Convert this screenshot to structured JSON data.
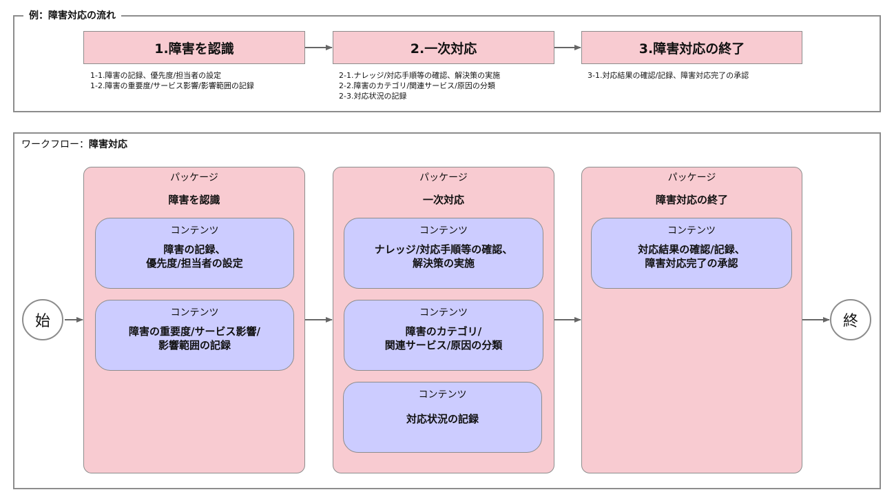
{
  "example": {
    "title": "例：障害対応の流れ",
    "steps": [
      {
        "title": "1.障害を認識",
        "details": [
          "1-1.障害の記録、優先度/担当者の設定",
          "1-2.障害の重要度/サービス影響/影響範囲の記録"
        ]
      },
      {
        "title": "2.一次対応",
        "details": [
          "2-1.ナレッジ/対応手順等の確認、解決策の実施",
          "2-2.障害のカテゴリ/関連サービス/原因の分類",
          "2-3.対応状況の記録"
        ]
      },
      {
        "title": "3.障害対応の終了",
        "details": [
          "3-1.対応結果の確認/記録、障害対応完了の承認"
        ]
      }
    ]
  },
  "workflow": {
    "title_prefix": "ワークフロー：",
    "title_name": "障害対応",
    "start_label": "始",
    "end_label": "終",
    "packages": [
      {
        "label": "パッケージ",
        "title": "障害を認識",
        "contents": [
          {
            "label": "コンテンツ",
            "title": "障害の記録、\n優先度/担当者の設定"
          },
          {
            "label": "コンテンツ",
            "title": "障害の重要度/サービス影響/\n影響範囲の記録"
          }
        ]
      },
      {
        "label": "パッケージ",
        "title": "一次対応",
        "contents": [
          {
            "label": "コンテンツ",
            "title": "ナレッジ/対応手順等の確認、\n解決策の実施"
          },
          {
            "label": "コンテンツ",
            "title": "障害のカテゴリ/\n関連サービス/原因の分類"
          },
          {
            "label": "コンテンツ",
            "title": "対応状況の記録"
          }
        ]
      },
      {
        "label": "パッケージ",
        "title": "障害対応の終了",
        "contents": [
          {
            "label": "コンテンツ",
            "title": "対応結果の確認/記録、\n障害対応完了の承認"
          }
        ]
      }
    ]
  },
  "colors": {
    "step_fill": "#f8cbd1",
    "content_fill": "#ccccff",
    "border": "#8c8c8c",
    "arrow": "#666666"
  }
}
